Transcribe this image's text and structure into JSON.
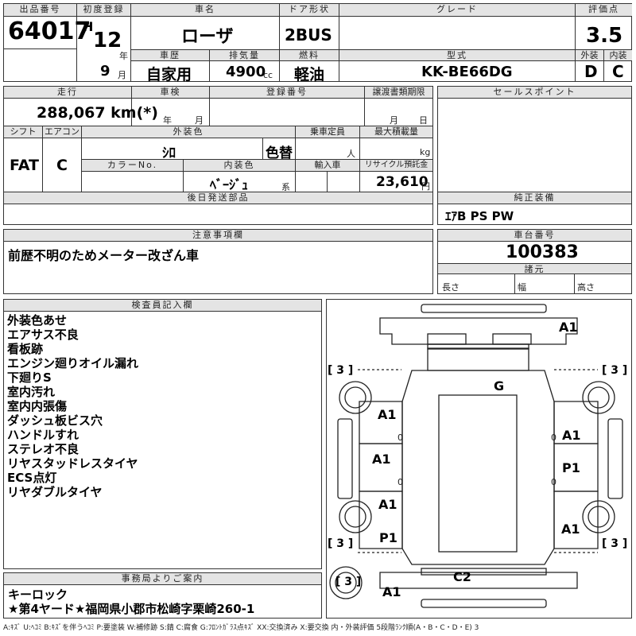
{
  "header": {
    "lot_label": "出品番号",
    "lot_number": "64017",
    "first_reg_label": "初度登録",
    "era": "H",
    "year": "12",
    "year_unit": "年",
    "month": "9",
    "month_unit": "月",
    "car_name_label": "車名",
    "car_name": "ローザ",
    "door_label": "ドア形状",
    "door": "2BUS",
    "grade_label": "グレード",
    "grade": "",
    "score_label": "評価点",
    "score": "3.5",
    "history_label": "車歴",
    "history": "自家用",
    "displacement_label": "排気量",
    "displacement": "4900",
    "displacement_unit": "cc",
    "fuel_label": "燃料",
    "fuel": "軽油",
    "model_label": "型式",
    "model": "KK-BE66DG",
    "exterior_label": "外装",
    "exterior": "D",
    "interior_label": "内装",
    "interior": "C"
  },
  "details": {
    "mileage_label": "走行",
    "mileage": "288,067 km(*)",
    "inspection_label": "車検",
    "inspection_year": "年",
    "inspection_month": "月",
    "reg_no_label": "登録番号",
    "transfer_label": "譲渡書類期限",
    "transfer_month": "月",
    "transfer_day": "日",
    "shift_label": "シフト",
    "shift": "FAT",
    "aircon_label": "エアコン",
    "aircon": "C",
    "ext_color_label": "外装色",
    "ext_color": "ｼﾛ",
    "color_change": "色替",
    "capacity_label": "乗車定員",
    "capacity_unit": "人",
    "max_load_label": "最大積載量",
    "max_load_unit": "kg",
    "color_no_label": "カラーNo.",
    "int_color_label": "内装色",
    "int_color": "ﾍﾞｰｼﾞｭ",
    "int_color_unit": "系",
    "import_label": "輸入車",
    "recycle_label": "リサイクル預託金",
    "recycle": "23,610",
    "recycle_unit": "円",
    "later_parts_label": "後日発送部品",
    "sales_label": "セールスポイント",
    "genuine_label": "純正装備",
    "genuine": "ｴｱB PS PW",
    "chassis_label": "車台番号",
    "chassis": "100383",
    "spec_label": "諸元",
    "length_label": "長さ",
    "width_label": "幅",
    "height_label": "高さ",
    "caution_label": "注意事項欄",
    "caution": "前歴不明のためメーター改ざん車"
  },
  "inspector": {
    "label": "検査員記入欄",
    "notes": [
      "外装色あせ",
      "エアサス不良",
      "看板跡",
      "エンジン廻りオイル漏れ",
      "下廻りS",
      "室内汚れ",
      "室内内張傷",
      "ダッシュ板ビス穴",
      "ハンドルすれ",
      "ステレオ不良",
      "リヤスタッドレスタイヤ",
      "ECS点灯",
      "リヤダブルタイヤ"
    ]
  },
  "office": {
    "label": "事務局よりご案内",
    "lines": [
      "キーロック",
      "★第4ヤード★福岡県小郡市松崎字栗崎260-1"
    ]
  },
  "diagram": {
    "tire_marks": [
      "[ 3 ]",
      "[ 3 ]",
      "[ 3 ]",
      "[ 3 ]",
      "[ 3 ]"
    ],
    "marks": [
      "A1",
      "G",
      "A1",
      "A1",
      "A1",
      "P1",
      "A1",
      "A1",
      "P1",
      "C2",
      "A1"
    ],
    "zeros": [
      "0",
      "0",
      "0",
      "0"
    ]
  },
  "legend": "A:ｷｽﾞ U:ﾍｺﾐ B:ｷｽﾞを伴うﾍｺﾐ P:要塗装 W:補修跡 S:錆 C:腐食 G:ﾌﾛﾝﾄｶﾞﾗｽ点ｷｽﾞ XX:交換済み X:要交換 内・外装評価 5段階ﾗﾝｸ順(A・B・C・D・E) 3"
}
